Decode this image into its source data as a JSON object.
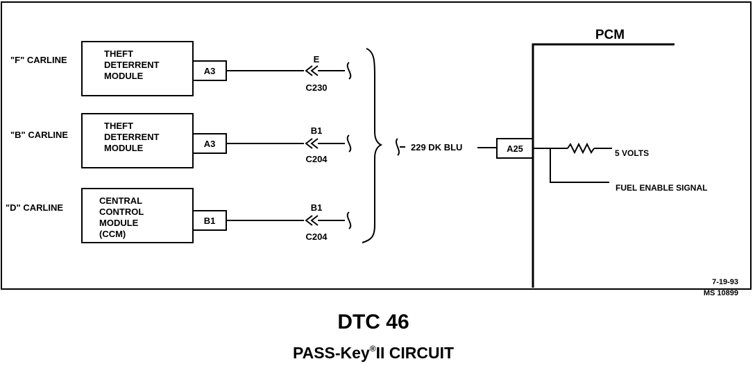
{
  "diagram": {
    "carlines": [
      {
        "carline": "\"F\" CARLINE",
        "module_lines": [
          "THEFT",
          "DETERRENT",
          "MODULE"
        ],
        "pin": "A3",
        "wire": "E",
        "connector": "C230"
      },
      {
        "carline": "\"B\" CARLINE",
        "module_lines": [
          "THEFT",
          "DETERRENT",
          "MODULE"
        ],
        "pin": "A3",
        "wire": "B1",
        "connector": "C204"
      },
      {
        "carline": "\"D\" CARLINE",
        "module_lines": [
          "CENTRAL",
          "CONTROL",
          "MODULE",
          "(CCM)"
        ],
        "pin": "B1",
        "wire": "B1",
        "connector": "C204"
      }
    ],
    "circuit_label": "229 DK BLU",
    "pcm_label": "PCM",
    "pcm_pin": "A25",
    "voltage_label": "5 VOLTS",
    "fuel_label": "FUEL ENABLE SIGNAL",
    "date_label": "7-19-93",
    "ms_label": "MS 10899"
  },
  "title": "DTC 46",
  "subtitle_main": "PASS-Key",
  "subtitle_reg": "®",
  "subtitle_rest": "II CIRCUIT"
}
